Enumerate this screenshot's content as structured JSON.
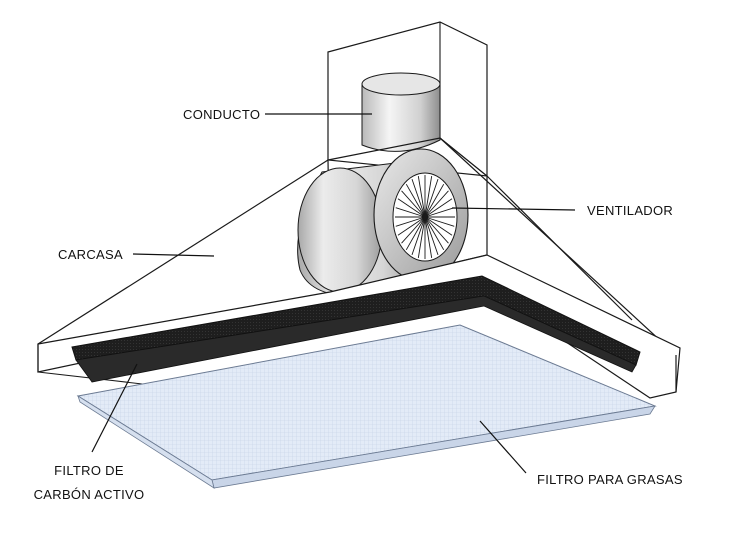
{
  "labels": {
    "duct": "CONDUCTO",
    "fan": "VENTILADOR",
    "housing": "CARCASA",
    "carbon_filter_line1": "FILTRO DE",
    "carbon_filter_line2": "CARBÓN ACTIVO",
    "grease_filter": "FILTRO PARA GRASAS"
  },
  "colors": {
    "outline": "#1a1a1a",
    "metal_light": "#f2f2f2",
    "metal_dark": "#9a9a9a",
    "carbon_filter": "#1e1e1e",
    "grease_filter": "#dde7f5",
    "grease_filter_mesh": "#b9c8e0"
  }
}
